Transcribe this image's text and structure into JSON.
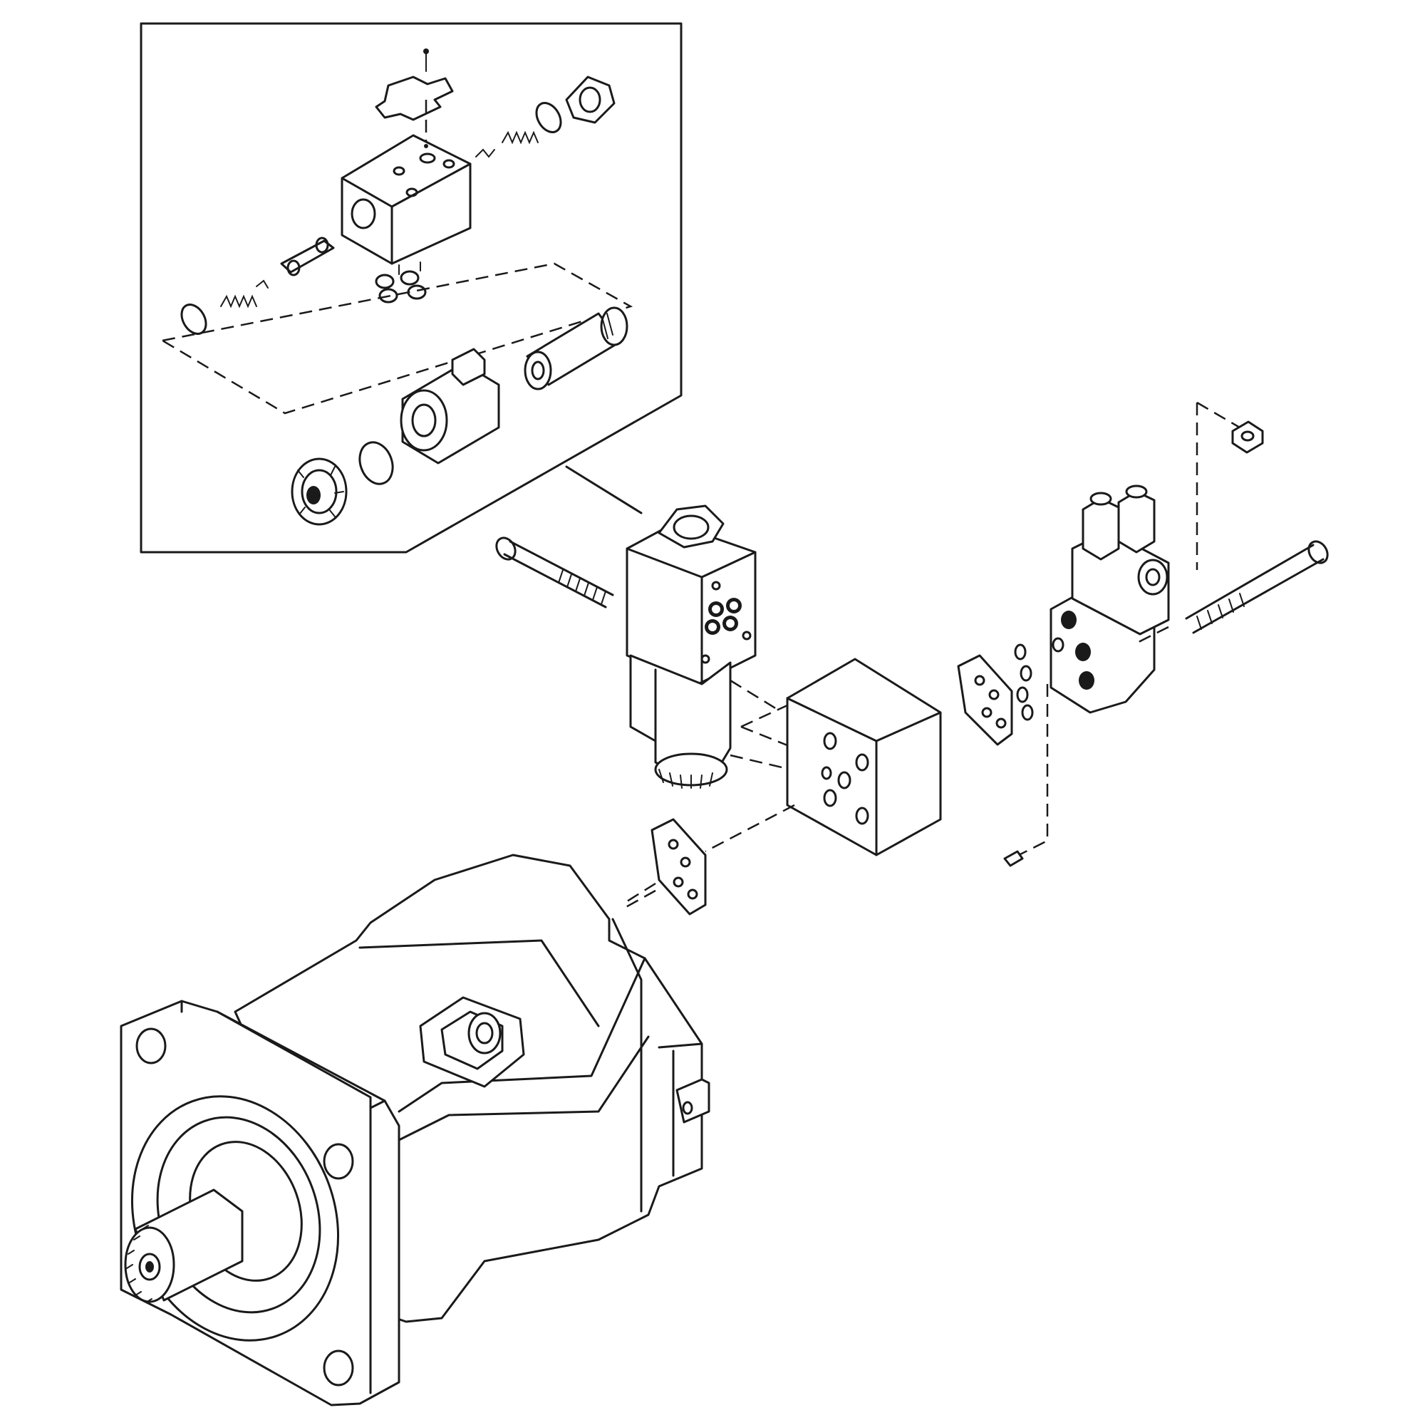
{
  "diagram": {
    "kind": "exploded-parts-view",
    "style": "black line art on white",
    "colors": {
      "line": "#1a1a1a",
      "background": "#ffffff"
    },
    "components": [
      "detail-inset",
      "solenoid-valve",
      "adapter-block",
      "gasket",
      "relief-valve",
      "hydraulic-pump"
    ]
  }
}
